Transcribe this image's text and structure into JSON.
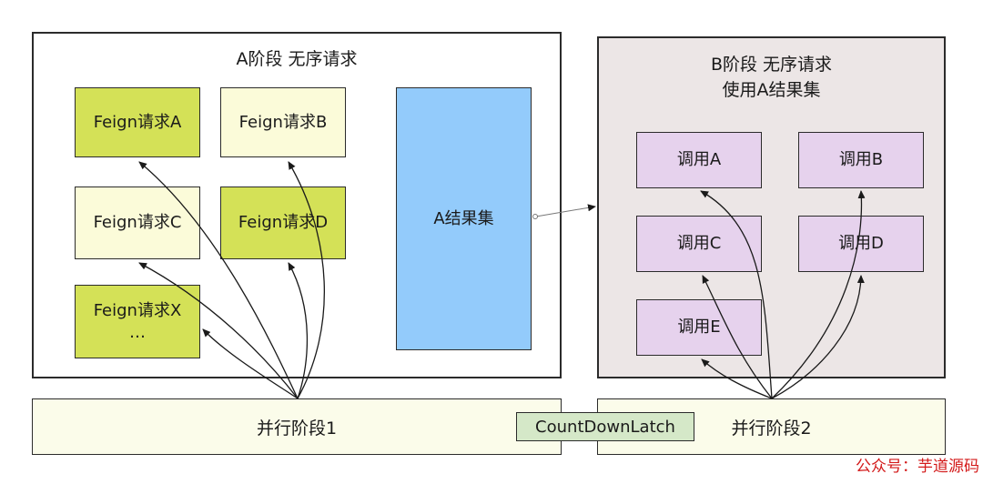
{
  "panel_a": {
    "title": "A阶段 无序请求",
    "requests": {
      "a": "Feign请求A",
      "b": "Feign请求B",
      "c": "Feign请求C",
      "d": "Feign请求D",
      "x": "Feign请求X",
      "x_more": "…"
    },
    "result_set": "A结果集"
  },
  "panel_b": {
    "title_line1": "B阶段 无序请求",
    "title_line2": "使用A结果集",
    "calls": {
      "a": "调用A",
      "b": "调用B",
      "c": "调用C",
      "d": "调用D",
      "e": "调用E"
    }
  },
  "stages": {
    "stage1": "并行阶段1",
    "stage2": "并行阶段2",
    "latch": "CountDownLatch"
  },
  "watermark": "公众号：芋道源码",
  "colors": {
    "feign_dark": "#d4e157",
    "feign_light": "#fbfbd9",
    "result": "#93cbfb",
    "call": "#e6d2ed",
    "panel_b_bg": "#ece6e6",
    "stage_bg": "#fbfcea",
    "latch_bg": "#d5e8c8",
    "watermark": "#d31a1a"
  }
}
